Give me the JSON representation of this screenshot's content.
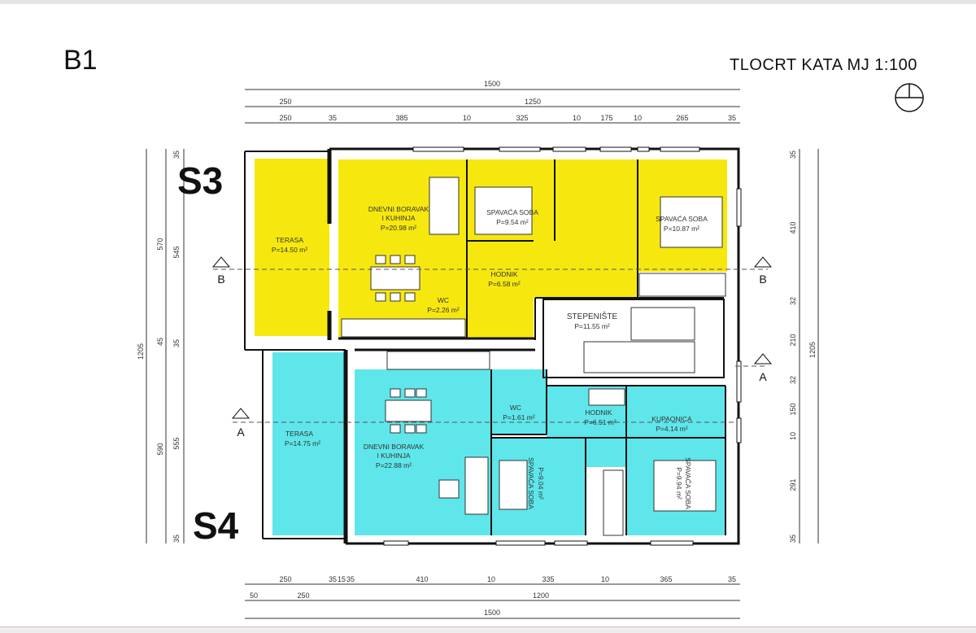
{
  "sheet": {
    "block_id": "B1",
    "title": "TLOCRT KATA   MJ 1:100"
  },
  "colors": {
    "unit_s3": "#f6e80e",
    "unit_s4": "#5ee6ea",
    "wall": "#111111",
    "dimension": "#333333"
  },
  "units": [
    {
      "id": "S3",
      "label": "S3"
    },
    {
      "id": "S4",
      "label": "S4"
    }
  ],
  "rooms": [
    {
      "id": "s3_terasa",
      "name": "TERASA",
      "area": "P=14.50 m²"
    },
    {
      "id": "s3_dnevni",
      "name_line1": "DNEVNI BORAVAK",
      "name_line2": "I KUHINJA",
      "area": "P=20.98 m²"
    },
    {
      "id": "s3_spavaca1",
      "name": "SPAVAĆA SOBA",
      "area": "P=9.54 m²"
    },
    {
      "id": "s3_spavaca2",
      "name": "SPAVAĆA SOBA",
      "area": "P=10.87 m²"
    },
    {
      "id": "s3_hodnik",
      "name": "HODNIK",
      "area": "P=6.58 m²"
    },
    {
      "id": "s3_wc",
      "name": "WC",
      "area": "P=2.26 m²"
    },
    {
      "id": "stepeniste",
      "name": "STEPENIŠTE",
      "area": "P=11.55 m²"
    },
    {
      "id": "s4_terasa",
      "name": "TERASA",
      "area": "P=14.75 m²"
    },
    {
      "id": "s4_dnevni",
      "name_line1": "DNEVNI BORAVAK",
      "name_line2": "I KUHINJA",
      "area": "P=22.88 m²"
    },
    {
      "id": "s4_wc",
      "name": "WC",
      "area": "P=1.61 m²"
    },
    {
      "id": "s4_hodnik",
      "name": "HODNIK",
      "area": "P=6.51 m²"
    },
    {
      "id": "s4_kupaonica",
      "name": "KUPAONICA",
      "area": "P=4.14 m²"
    },
    {
      "id": "s4_spavaca1",
      "name": "SPAVAĆA SOBA",
      "area": "P=9.04 m²"
    },
    {
      "id": "s4_spavaca2",
      "name": "SPAVAĆA SOBA",
      "area": "P=9.94 m²"
    }
  ],
  "sections": {
    "b_left": "B",
    "b_right": "B",
    "a_left": "A",
    "a_right": "A"
  },
  "dimensions": {
    "top_total": "1500",
    "top_row2": [
      "250",
      "1250"
    ],
    "top_row3": [
      "250",
      "35",
      "385",
      "10",
      "325",
      "10",
      "175",
      "10",
      "265",
      "35"
    ],
    "bottom_row1": [
      "250",
      "35",
      "15",
      "35",
      "410",
      "10",
      "335",
      "10",
      "365",
      "35"
    ],
    "bottom_row2": [
      "50",
      "250",
      "1200"
    ],
    "bottom_total": "1500",
    "left_total": "1205",
    "left_outer": [
      "35",
      "570",
      "45",
      "590",
      "35"
    ],
    "left_inner": [
      "545",
      "35",
      "555"
    ],
    "right_inner": [
      "35",
      "410",
      "32",
      "210",
      "32",
      "150",
      "10",
      "291",
      "35"
    ],
    "right_total": "1205"
  }
}
